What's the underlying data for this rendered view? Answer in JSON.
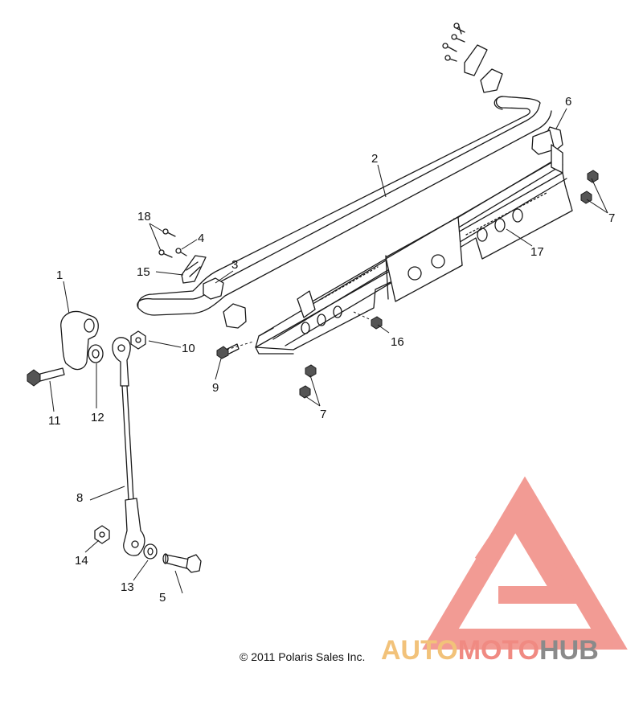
{
  "labels": {
    "l1": "1",
    "l2": "2",
    "l3": "3",
    "l4": "4",
    "l5": "5",
    "l6": "6",
    "l7a": "7",
    "l7b": "7",
    "l8": "8",
    "l9": "9",
    "l10": "10",
    "l11": "11",
    "l12": "12",
    "l13": "13",
    "l14": "14",
    "l15": "15",
    "l16": "16",
    "l17": "17",
    "l18": "18"
  },
  "copyright": "© 2011 Polaris Sales Inc.",
  "watermark": {
    "part1": "AUTO",
    "part2": "MOTO",
    "part3": "HUB"
  },
  "colors": {
    "watermark_red": "#f08a82",
    "watermark_orange": "#f2c27a",
    "watermark_gray": "#8a8a8a",
    "line": "#1a1a1a"
  }
}
